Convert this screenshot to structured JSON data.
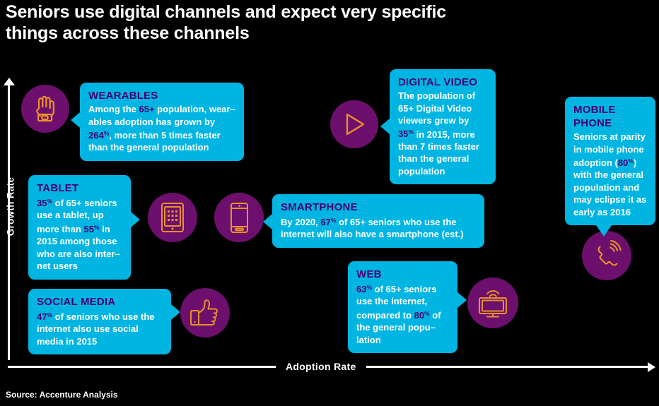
{
  "title": "Seniors use digital channels and expect very specific things across these channels",
  "axes": {
    "y_label": "Growth Rate",
    "x_label": "Adoption Rate"
  },
  "source": "Source: Accenture Analysis",
  "colors": {
    "background": "#000000",
    "callout_fill": "#00b5e2",
    "heading_text": "#460073",
    "body_text": "#ffffff",
    "circle_fill": "#6d0f6d",
    "icon_stroke": "#e8912a"
  },
  "callouts": [
    {
      "id": "wearables",
      "heading": "WEARABLES",
      "body_html": "Among the <b>65+</b> population, wear&#8211;ables adoption has grown by <b>264<sup>%</sup></b>, more than 5 times faster than the general population",
      "icon": "wearable-watch-icon"
    },
    {
      "id": "digital-video",
      "heading": "DIGITAL VIDEO",
      "body_html": "The population of 65+ Digital Video viewers grew by <b>35<sup>%</sup></b> in 2015, more than 7 times faster than the general population",
      "icon": "play-button-icon"
    },
    {
      "id": "mobile-phone",
      "heading": "MOBILE PHONE",
      "body_html": "Seniors at parity in mobile phone adoption (<b>80<sup>%</sup></b>) with the general population and may eclipse it as early as 2016",
      "icon": "phone-handset-icon"
    },
    {
      "id": "tablet",
      "heading": "TABLET",
      "body_html": "<b>35<sup>%</sup></b> of 65+ seniors use a tablet, up more than <b>55<sup>%</sup></b> in 2015 among those who are also inter&#8211;net users",
      "icon": "tablet-icon"
    },
    {
      "id": "smartphone",
      "heading": "SMARTPHONE",
      "body_html": "By 2020, <b>67<sup>%</sup></b> of 65+ seniors who use the internet will also have a smartphone (est.)",
      "icon": "smartphone-icon"
    },
    {
      "id": "social-media",
      "heading": "SOCIAL MEDIA",
      "body_html": "<b>47<sup>%</sup></b> of seniors who use the internet also use social media in 2015",
      "icon": "thumbs-up-icon"
    },
    {
      "id": "web",
      "heading": "WEB",
      "body_html": "<b>63<sup>%</sup></b> of 65+ seniors use the internet, compared to <b>80<sup>%</sup></b> of the general popu&#8211;lation",
      "icon": "monitor-wifi-icon"
    }
  ],
  "chart_data": {
    "type": "scatter",
    "title": "Seniors use digital channels and expect very specific things across these channels",
    "xlabel": "Adoption Rate",
    "ylabel": "Growth Rate",
    "grid": false,
    "legend": "none",
    "annotation": "Source: Accenture Analysis",
    "points": [
      {
        "label": "Wearables",
        "x": 0.07,
        "y": 0.88,
        "adoption": "low",
        "growth": "very high",
        "metric_pct": 264
      },
      {
        "label": "Digital Video",
        "x": 0.55,
        "y": 0.83,
        "adoption": "medium",
        "growth": "high",
        "metric_pct": 35
      },
      {
        "label": "Mobile Phone",
        "x": 0.94,
        "y": 0.5,
        "adoption": "very high",
        "growth": "medium",
        "metric_pct": 80
      },
      {
        "label": "Tablet",
        "x": 0.27,
        "y": 0.58,
        "adoption": "low",
        "growth": "medium",
        "metric_pct": 35
      },
      {
        "label": "Smartphone",
        "x": 0.38,
        "y": 0.58,
        "adoption": "medium",
        "growth": "medium",
        "metric_pct": 67
      },
      {
        "label": "Social Media",
        "x": 0.32,
        "y": 0.22,
        "adoption": "low",
        "growth": "low",
        "metric_pct": 47
      },
      {
        "label": "Web",
        "x": 0.78,
        "y": 0.26,
        "adoption": "high",
        "growth": "low",
        "metric_pct": 63
      }
    ]
  }
}
